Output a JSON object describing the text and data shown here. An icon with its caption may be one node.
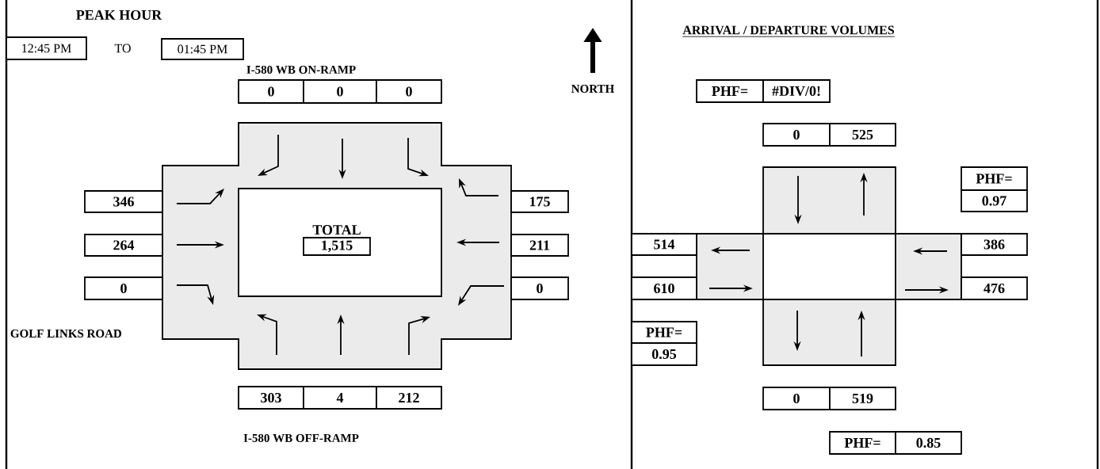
{
  "diagram": {
    "nodes": [
      {
        "text": [
          "12:45 PM"
        ]
      },
      {
        "text": [
          "01:45 PM"
        ]
      },
      {
        "text": [
          "0"
        ]
      },
      {
        "text": [
          "0"
        ]
      },
      {
        "text": [
          "0"
        ]
      },
      {
        "text": [
          "346"
        ]
      },
      {
        "text": [
          "264"
        ]
      },
      {
        "text": [
          "0"
        ]
      },
      {
        "text": [
          "175"
        ]
      },
      {
        "text": [
          "211"
        ]
      },
      {
        "text": [
          "0"
        ]
      },
      {
        "text": [
          "TOTAL",
          "1,515"
        ]
      },
      {
        "text": [
          "303"
        ]
      },
      {
        "text": [
          "4"
        ]
      },
      {
        "text": [
          "212"
        ]
      },
      {
        "text": [
          "PHF="
        ]
      },
      {
        "text": [
          "#DIV/0!"
        ]
      },
      {
        "text": [
          "0"
        ]
      },
      {
        "text": [
          "525"
        ]
      },
      {
        "text": [
          "PHF="
        ]
      },
      {
        "text": [
          "0.97"
        ]
      },
      {
        "text": [
          "514"
        ]
      },
      {
        "text": [
          "610"
        ]
      },
      {
        "text": [
          "386"
        ]
      },
      {
        "text": [
          "476"
        ]
      },
      {
        "text": [
          "PHF="
        ]
      },
      {
        "text": [
          "0.95"
        ]
      },
      {
        "text": [
          "0"
        ]
      },
      {
        "text": [
          "519"
        ]
      },
      {
        "text": [
          "PHF="
        ]
      },
      {
        "text": [
          "0.85"
        ]
      }
    ],
    "labels": [
      "PEAK HOUR",
      "TO",
      "ARRIVAL / DEPARTURE VOLUMES",
      "I-580 WB ON-RAMP",
      "NORTH",
      "GOLF LINKS ROAD",
      "I-580 WB OFF-RAMP"
    ]
  }
}
